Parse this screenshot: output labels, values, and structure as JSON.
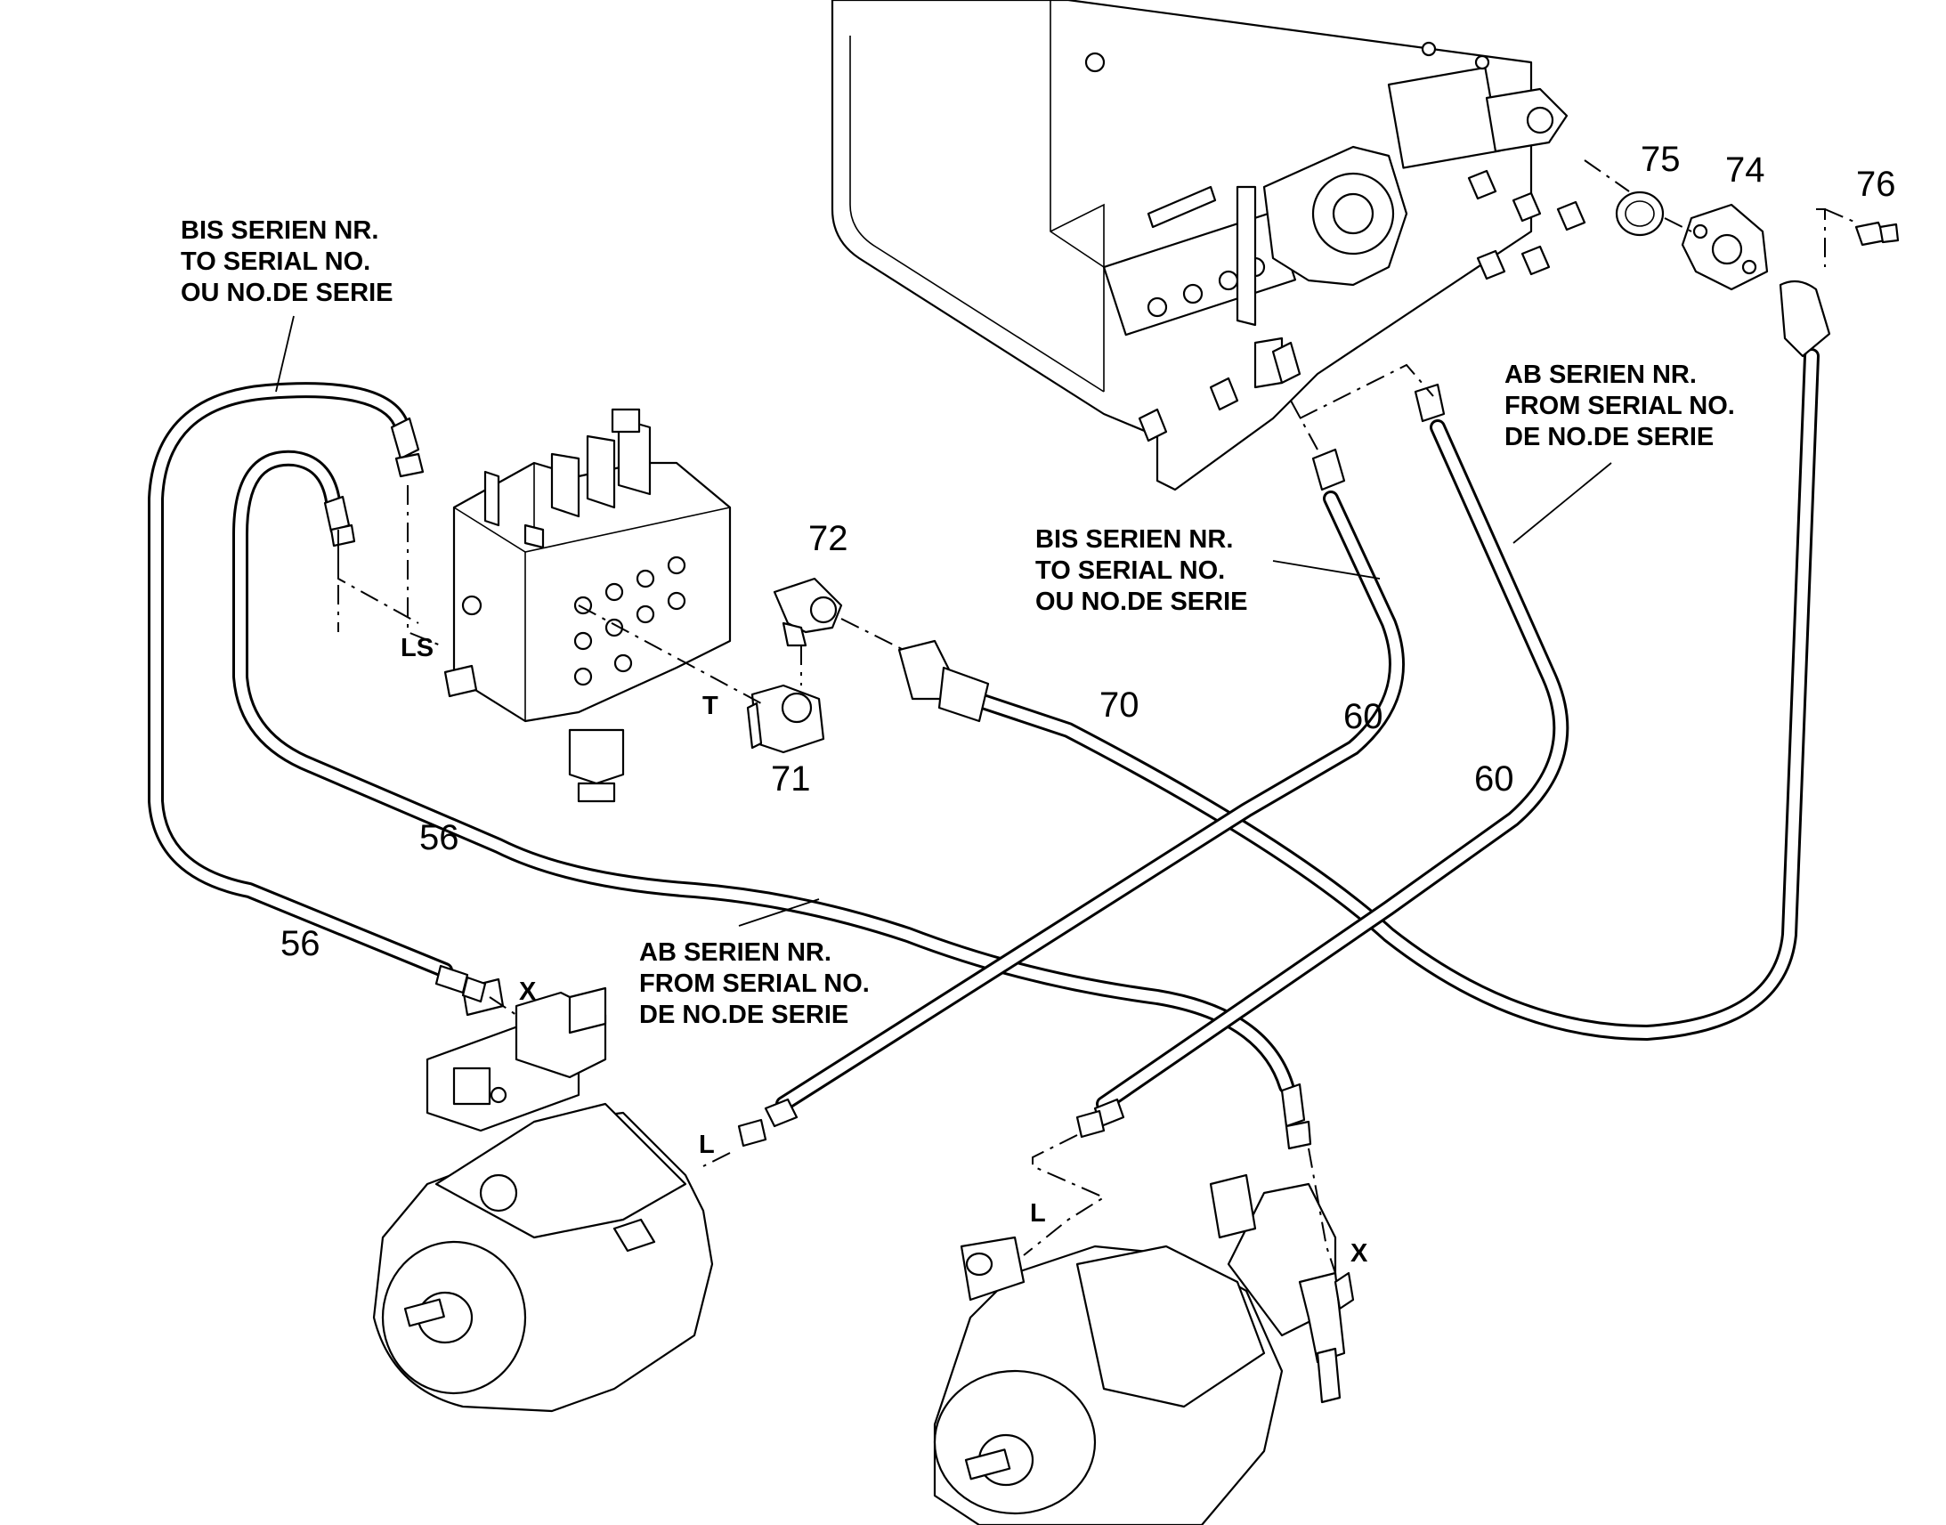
{
  "callouts": {
    "p56a": "56",
    "p56b": "56",
    "p60a": "60",
    "p60b": "60",
    "p70": "70",
    "p71": "71",
    "p72": "72",
    "p74": "74",
    "p75": "75",
    "p76": "76"
  },
  "ports": {
    "ls": "LS",
    "t": "T",
    "x_left": "X",
    "x_right": "X",
    "l_left": "L",
    "l_right": "L"
  },
  "notes": {
    "to_serial_left": [
      "BIS SERIEN NR.",
      "TO SERIAL NO.",
      "OU NO.DE SERIE"
    ],
    "from_serial_left": [
      "AB SERIEN NR.",
      "FROM SERIAL NO.",
      "DE NO.DE SERIE"
    ],
    "to_serial_mid": [
      "BIS SERIEN NR.",
      "TO SERIAL NO.",
      "OU NO.DE SERIE"
    ],
    "from_serial_right": [
      "AB SERIEN NR.",
      "FROM SERIAL NO.",
      "DE NO.DE SERIE"
    ]
  }
}
